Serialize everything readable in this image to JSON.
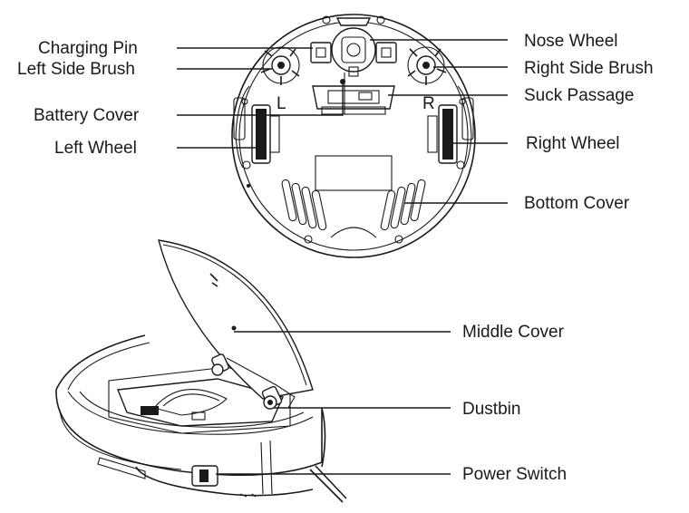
{
  "bottom_view": {
    "labels": {
      "charging_pin": "Charging Pin",
      "left_side_brush": "Left Side Brush",
      "battery_cover": "Battery Cover",
      "left_wheel": "Left Wheel",
      "nose_wheel": "Nose Wheel",
      "right_side_brush": "Right Side Brush",
      "suck_passage": "Suck Passage",
      "right_wheel": "Right Wheel",
      "bottom_cover": "Bottom Cover"
    },
    "marks": {
      "left": "L",
      "right": "R"
    }
  },
  "top_view": {
    "labels": {
      "middle_cover": "Middle Cover",
      "dustbin": "Dustbin",
      "power_switch": "Power Switch"
    }
  }
}
